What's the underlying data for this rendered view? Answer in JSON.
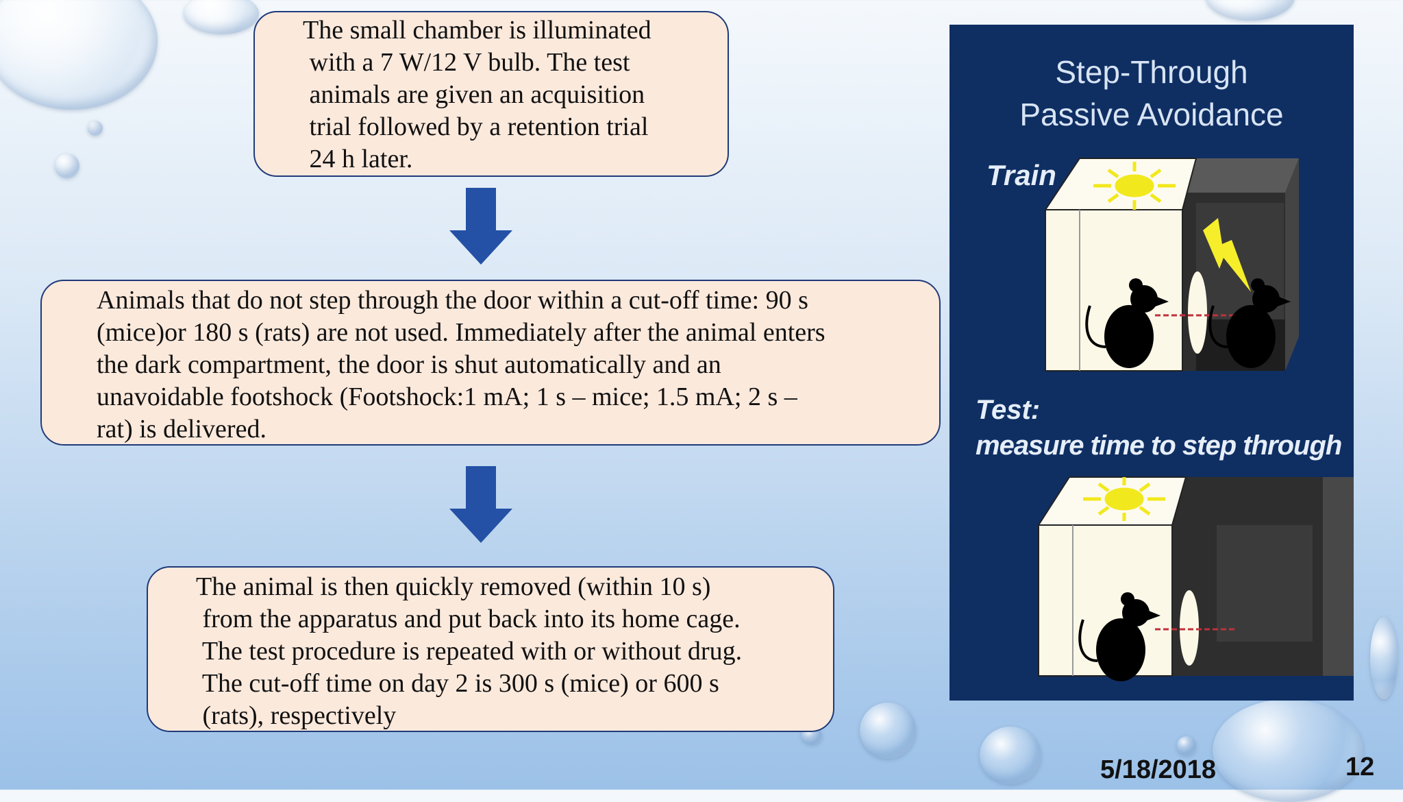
{
  "slide": {
    "box1_text": "The small chamber is illuminated\n with a 7 W/12 V bulb. The test\n animals are given an acquisition\n trial followed by a retention trial\n 24 h later.",
    "box2_text": "Animals that do not step through the door within a cut-off time: 90 s\n(mice)or 180 s (rats) are not used. Immediately after the animal enters\nthe dark compartment, the door is shut automatically and an\nunavoidable footshock (Footshock:1 mA; 1 s – mice; 1.5 mA; 2 s –\nrat) is delivered.",
    "box3_text": "The animal is then quickly removed (within 10 s)\n from the apparatus and put back into its home cage.\n The test procedure is repeated with or without drug.\n The cut-off time on day 2 is 300 s (mice) or 600 s\n (rats), respectively",
    "date": "5/18/2018",
    "page_number": "12"
  },
  "figure": {
    "title_line1": "Step-Through",
    "title_line2": "Passive Avoidance",
    "train_label": "Train",
    "test_label": "Test:",
    "test_caption": "measure time to step through"
  },
  "colors": {
    "box_fill": "#fbe9dc",
    "box_border": "#1f3a78",
    "arrow": "#2451a6",
    "figure_bg": "#0f2f63",
    "sun": "#f2e81e"
  }
}
